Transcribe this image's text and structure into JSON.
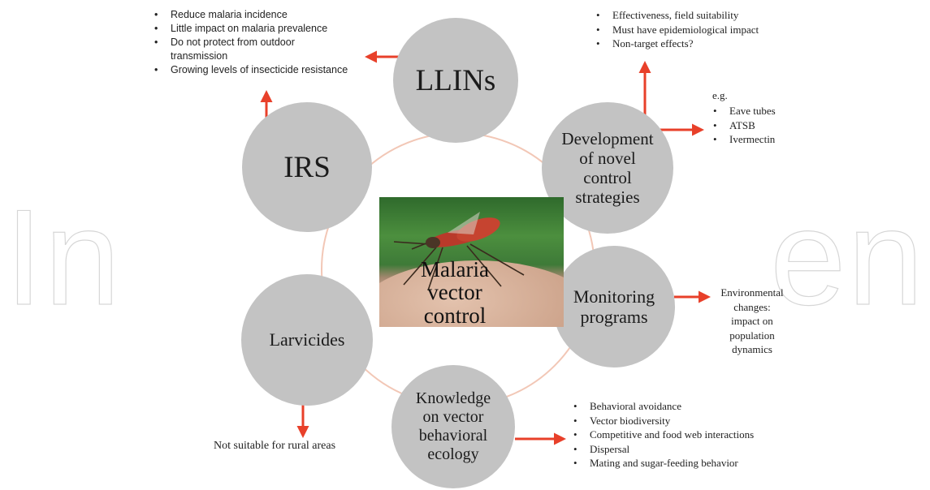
{
  "watermark": {
    "left": "In",
    "right": "en"
  },
  "center": {
    "line1": "Malaria",
    "line2": "vector",
    "line3": "control"
  },
  "nodes": {
    "llins": "LLINs",
    "irs": "IRS",
    "novel": [
      "Development",
      "of novel",
      "control",
      "strategies"
    ],
    "monitoring": [
      "Monitoring",
      "programs"
    ],
    "larvicides": "Larvicides",
    "knowledge": [
      "Knowledge",
      "on vector",
      "behavioral",
      "ecology"
    ]
  },
  "notes": {
    "llins": [
      "Reduce malaria incidence",
      "Little impact on malaria prevalence",
      "Do not protect from outdoor transmission",
      "Growing levels of insecticide resistance"
    ],
    "novel_top": [
      "Effectiveness, field suitability",
      "Must have epidemiological impact",
      "Non-target effects?"
    ],
    "novel_eg_label": "e.g.",
    "novel_eg": [
      "Eave tubes",
      "ATSB",
      "Ivermectin"
    ],
    "monitoring": [
      "Environmental",
      "changes:",
      "impact on",
      "population",
      "dynamics"
    ],
    "larvicides": "Not suitable for rural areas",
    "knowledge": [
      "Behavioral avoidance",
      "Vector biodiversity",
      "Competitive and food web interactions",
      "Dispersal",
      "Mating and sugar-feeding behavior"
    ]
  },
  "colors": {
    "circle": "#c3c3c3",
    "arrow": "#e8402a",
    "ring": "#f2c7b6"
  }
}
